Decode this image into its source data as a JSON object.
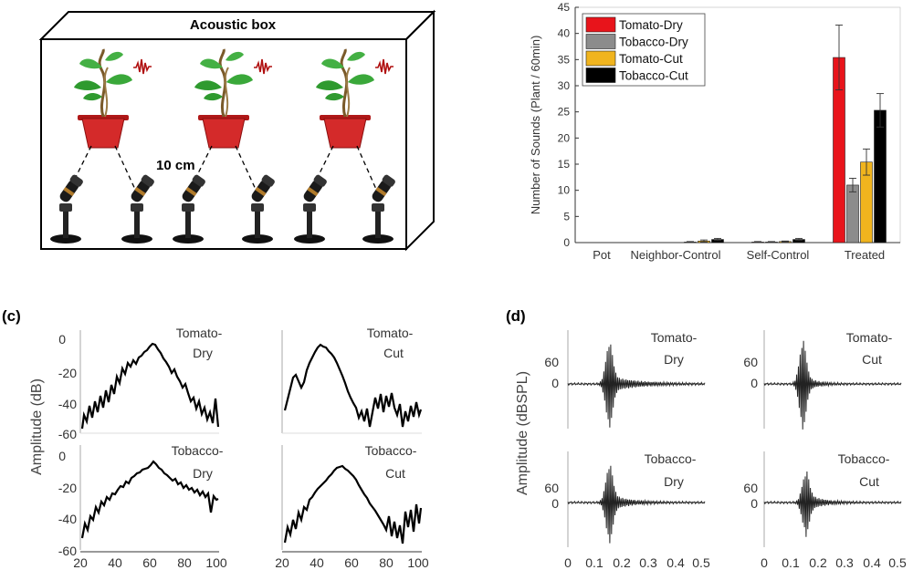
{
  "panel_a": {
    "title": "Acoustic box",
    "distance_label": "10 cm"
  },
  "panel_b": {
    "chart_data": {
      "type": "bar",
      "ylabel": "Number of Sounds (Plant / 60min)",
      "xlabel": "",
      "ylim": [
        0,
        45
      ],
      "yticks": [
        0,
        5,
        10,
        15,
        20,
        25,
        30,
        35,
        40,
        45
      ],
      "categories": [
        "Pot",
        "Neighbor-Control",
        "Self-Control",
        "Treated"
      ],
      "legend_position": "top-left",
      "series": [
        {
          "name": "Tomato-Dry",
          "color": "#e8141b",
          "values": [
            0,
            0,
            0.1,
            35.4
          ],
          "errors": [
            0,
            0,
            0.1,
            6.2
          ]
        },
        {
          "name": "Tobacco-Dry",
          "color": "#8c8c8c",
          "values": [
            0,
            0.1,
            0.1,
            11.0
          ],
          "errors": [
            0,
            0.1,
            0.1,
            1.3
          ]
        },
        {
          "name": "Tomato-Cut",
          "color": "#f0b41e",
          "values": [
            0,
            0.3,
            0.2,
            15.4
          ],
          "errors": [
            0,
            0.2,
            0.1,
            2.5
          ]
        },
        {
          "name": "Tobacco-Cut",
          "color": "#000000",
          "values": [
            0,
            0.6,
            0.6,
            25.3
          ],
          "errors": [
            0,
            0.2,
            0.2,
            3.2
          ]
        }
      ]
    }
  },
  "panel_c": {
    "label": "(c)",
    "ylabel": "Amplitude (dB)",
    "yticks": [
      "0",
      "-20",
      "-40",
      "-60"
    ],
    "xticks": [
      "20",
      "40",
      "60",
      "80",
      "100"
    ],
    "subplots": [
      {
        "line1": "Tomato-",
        "line2": "Dry"
      },
      {
        "line1": "Tomato-",
        "line2": "Cut"
      },
      {
        "line1": "Tobacco-",
        "line2": "Dry"
      },
      {
        "line1": "Tobacco-",
        "line2": "Cut"
      }
    ]
  },
  "panel_d": {
    "label": "(d)",
    "ylabel": "Amplitude (dBSPL)",
    "yticks": [
      "60",
      "0"
    ],
    "xticks": [
      "0",
      "0.1",
      "0.2",
      "0.3",
      "0.4",
      "0.5"
    ],
    "subplots": [
      {
        "line1": "Tomato-",
        "line2": "Dry"
      },
      {
        "line1": "Tomato-",
        "line2": "Cut"
      },
      {
        "line1": "Tobacco-",
        "line2": "Dry"
      },
      {
        "line1": "Tobacco-",
        "line2": "Cut"
      }
    ]
  }
}
